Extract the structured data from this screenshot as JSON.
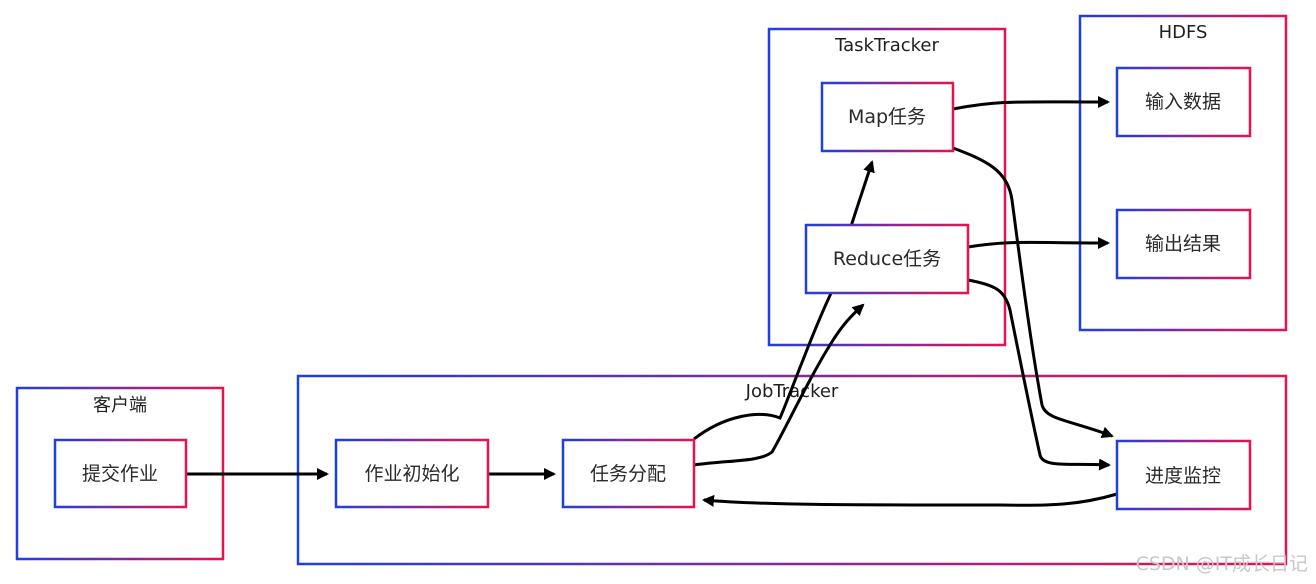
{
  "groups": {
    "client": {
      "title": "客户端"
    },
    "jobtracker": {
      "title": "JobTracker"
    },
    "tasktracker": {
      "title": "TaskTracker"
    },
    "hdfs": {
      "title": "HDFS"
    }
  },
  "nodes": {
    "submit_job": "提交作业",
    "job_init": "作业初始化",
    "task_assign": "任务分配",
    "progress_monitor": "进度监控",
    "map_task": "Map任务",
    "reduce_task": "Reduce任务",
    "input_data": "输入数据",
    "output_result": "输出结果"
  },
  "watermark": "CSDN @IT成长日记",
  "colors": {
    "gradient_start": "#1f3fe0",
    "gradient_end": "#e8124f",
    "edge": "#000000"
  }
}
